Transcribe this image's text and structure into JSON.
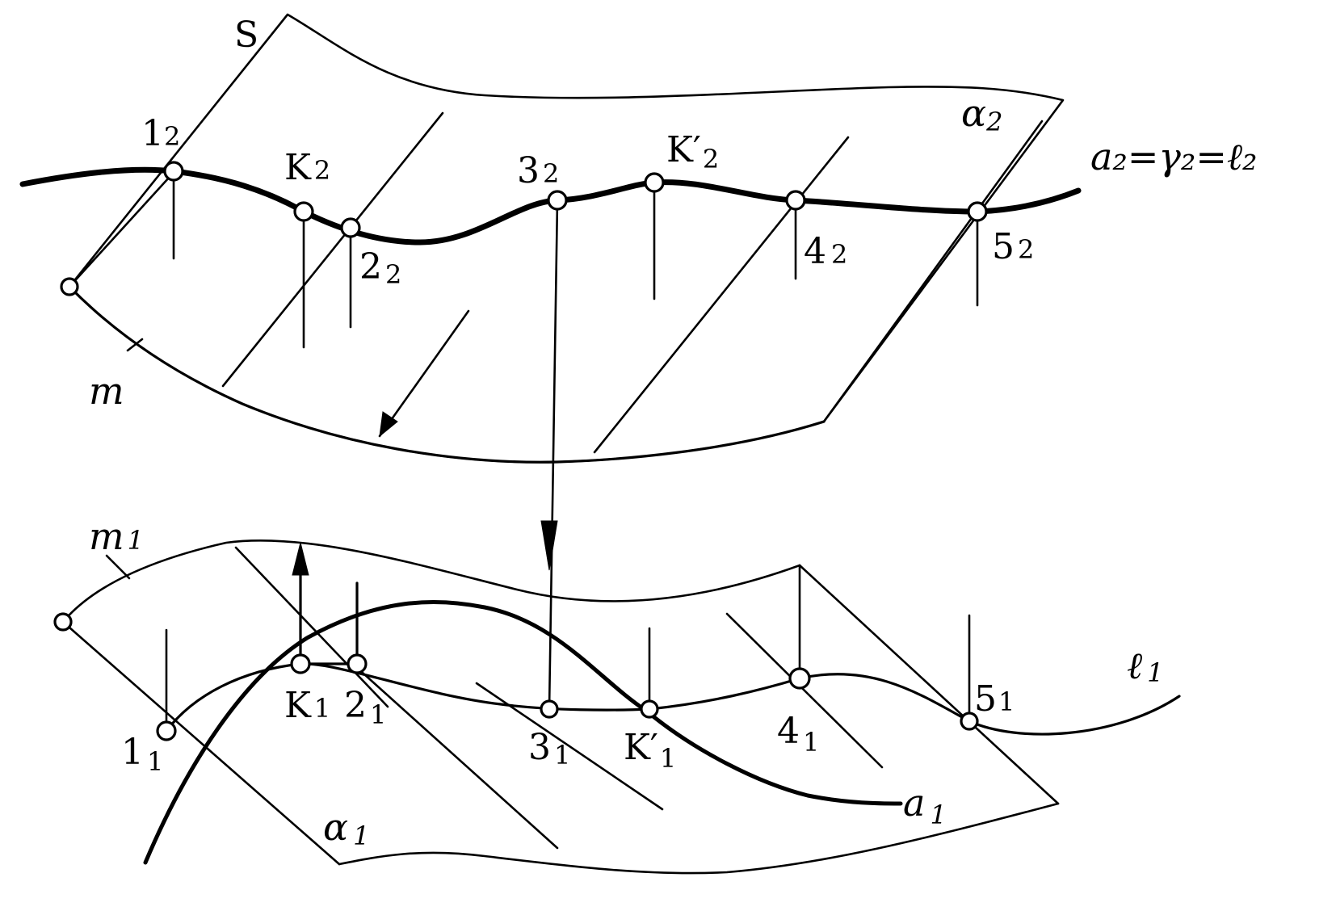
{
  "labels": {
    "S": "S",
    "m": "m",
    "m1": "m",
    "m1_sub": "1",
    "alpha2": "α",
    "alpha2_sub": "2",
    "alpha1": "α",
    "alpha1_sub": "1",
    "a2_eq": "a₂=γ₂=ℓ₂",
    "l1": "ℓ",
    "l1_sub": "1",
    "a1": "a",
    "a1_sub": "1",
    "p1_2": "1",
    "p1_2_sub": "2",
    "pK_2": "K",
    "pK_2_sub": "2",
    "p2_2": "2",
    "p2_2_sub": "2",
    "p3_2": "3",
    "p3_2_sub": "2",
    "pKp_2": "K′",
    "pKp_2_sub": "2",
    "p4_2": "4",
    "p4_2_sub": "2",
    "p5_2": "5",
    "p5_2_sub": "2",
    "p1_1": "1",
    "p1_1_sub": "1",
    "pK_1": "K",
    "pK_1_sub": "1",
    "p2_1": "2",
    "p2_1_sub": "1",
    "p3_1": "3",
    "p3_1_sub": "1",
    "pKp_1": "K′",
    "pKp_1_sub": "1",
    "p4_1": "4",
    "p4_1_sub": "1",
    "p5_1": "5",
    "p5_1_sub": "1"
  },
  "colors": {
    "stroke": "#000000",
    "background": "#ffffff"
  }
}
